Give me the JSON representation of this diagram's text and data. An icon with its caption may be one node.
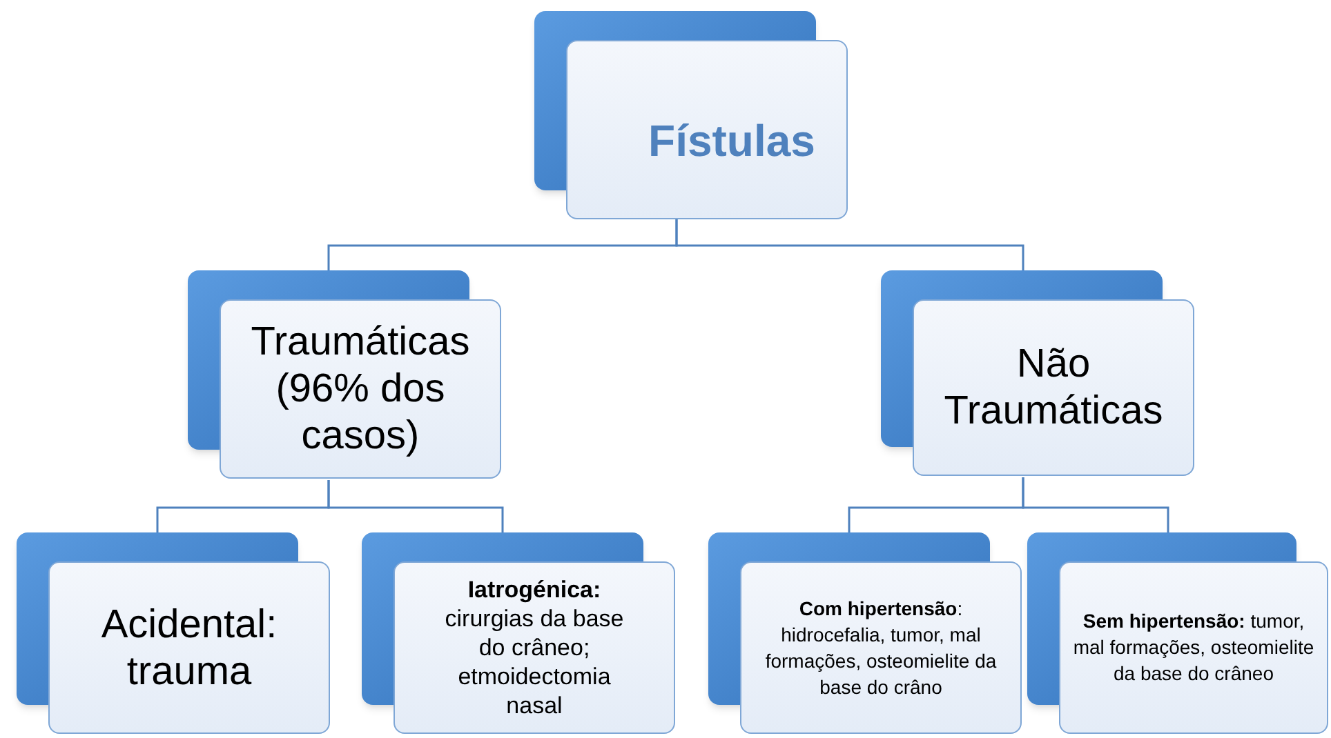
{
  "diagram": {
    "nodes": [
      {
        "text": [
          "Fístulas"
        ]
      },
      {
        "text": [
          "Traumáticas (96% dos casos)"
        ]
      },
      {
        "text": [
          "Não Traumáticas"
        ]
      },
      {
        "text": [
          "Acidental: trauma"
        ]
      },
      {
        "text": [
          "**Iatrogénica:** cirurgias da base do crâneo; etmoidectomia nasal"
        ]
      },
      {
        "text": [
          "**Com hipertensão**: hidrocefalia, tumor, mal formações, osteomielite da base do crâno"
        ]
      },
      {
        "text": [
          "**Sem hipertensão:** tumor, mal formações, osteomielite da base do crâneo"
        ]
      }
    ],
    "edges": [
      {
        "from": 0,
        "to": 1,
        "arrow": "none"
      },
      {
        "from": 0,
        "to": 2,
        "arrow": "none"
      },
      {
        "from": 1,
        "to": 3,
        "arrow": "none"
      },
      {
        "from": 1,
        "to": 4,
        "arrow": "none"
      },
      {
        "from": 2,
        "to": 5,
        "arrow": "none"
      },
      {
        "from": 2,
        "to": 6,
        "arrow": "none"
      }
    ]
  }
}
